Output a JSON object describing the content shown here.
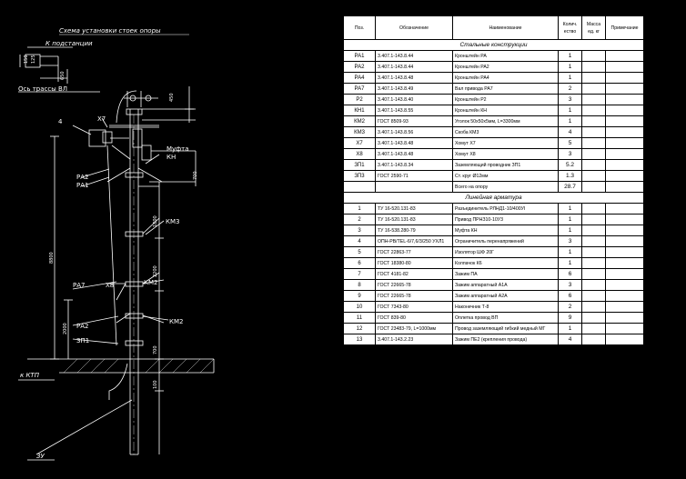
{
  "diagram": {
    "title": "Схема установки стоек опоры",
    "labels": {
      "substation": "К подстанции",
      "route_axis": "Ось трассы ВЛ",
      "item4": "4",
      "x7": "Х7",
      "ra2_top": "РА2",
      "ra1": "РА1",
      "coupling": "Муфта",
      "kn": "КН",
      "km3": "КМ3",
      "ra7": "РА7",
      "x8": "Х8",
      "km2": "КМ2",
      "km2_b": "КМ2",
      "ra2": "РА2",
      "zp1": "ЗП1",
      "ktp": "к КТП",
      "zu": "ЗУ"
    },
    "dims": {
      "d150": "150",
      "d125": "125",
      "d650": "650",
      "d450": "450",
      "d700": "700",
      "d1800": "1800",
      "d2200": "2200",
      "d8800": "8800",
      "d2000": "2000",
      "d700b": "700",
      "d100": "100"
    }
  },
  "table": {
    "headers": [
      "Поз.",
      "Обозначение",
      "Наименование",
      "Колич. ество",
      "Масса ед. кг",
      "Примечание"
    ],
    "section1": "Стальные конструкции",
    "rows1": [
      [
        "РА1",
        "3.407.1-143.8.44",
        "Кронштейн РА",
        "1",
        "",
        ""
      ],
      [
        "РА2",
        "3.407.1-143.8.44",
        "Кронштейн РА2",
        "1",
        "",
        ""
      ],
      [
        "РА4",
        "3.407.1-143.8.48",
        "Кронштейн РА4",
        "1",
        "",
        ""
      ],
      [
        "РА7",
        "3.407.1-143.8.49",
        "Вал привода РА7",
        "2",
        "",
        ""
      ],
      [
        "Р2",
        "3.407.1-143.8.40",
        "Кронштейн Р2",
        "3",
        "",
        ""
      ],
      [
        "КН1",
        "3.407.1-143.8.55",
        "Кронштейн КН",
        "1",
        "",
        ""
      ],
      [
        "КМ2",
        "ГОСТ 8509-93",
        "Уголок 50х50х5мм, L=3300мм",
        "1",
        "",
        ""
      ],
      [
        "КМ3",
        "3.407.1-143.8.56",
        "Скоба КМ3",
        "4",
        "",
        ""
      ],
      [
        "Х7",
        "3.407.1-143.8.48",
        "Хомут Х7",
        "5",
        "",
        ""
      ],
      [
        "Х8",
        "3.407.1-143.8.48",
        "Хомут Х8",
        "3",
        "",
        ""
      ],
      [
        "ЗП1",
        "3.407.1-143.8.34",
        "Заземляющий проводник ЗП1",
        "5.2",
        "",
        ""
      ],
      [
        "ЗП3",
        "ГОСТ 2590-71",
        "Ст. круг Ø12мм",
        "1.3",
        "",
        ""
      ],
      [
        "",
        "",
        "Всего на опору",
        "28.7",
        "",
        ""
      ]
    ],
    "section2": "Линейная арматура",
    "rows2": [
      [
        "1",
        "ТУ 16-520.131-83",
        "Разъединитель РЛНД1-10/400УI",
        "1",
        "",
        ""
      ],
      [
        "2",
        "ТУ 16-520.131-83",
        "Привод ПРНЗ10-10У3",
        "1",
        "",
        ""
      ],
      [
        "3",
        "ТУ 16-538.280-79",
        "Муфта КН",
        "1",
        "",
        ""
      ],
      [
        "4",
        "ОПН-РВ/TEL-6/7,6/3/250 УХЛ1",
        "Ограничитель перенапряжений",
        "3",
        "",
        ""
      ],
      [
        "5",
        "ГОСТ 22863-77",
        "Изолятор ШФ 20Г",
        "1",
        "",
        ""
      ],
      [
        "6",
        "ГОСТ 18380-80",
        "Колпачок К6",
        "1",
        "",
        ""
      ],
      [
        "7",
        "ГОСТ 4181-82",
        "Зажим ПА",
        "6",
        "",
        ""
      ],
      [
        "8",
        "ГОСТ 22665-78",
        "Зажим аппаратный А1А",
        "3",
        "",
        ""
      ],
      [
        "9",
        "ГОСТ 22665-78",
        "Зажим аппаратный А2А",
        "6",
        "",
        ""
      ],
      [
        "10",
        "ГОСТ 7343-80",
        "Наконечник Т-8",
        "2",
        "",
        ""
      ],
      [
        "11",
        "ГОСТ 839-80",
        "Оплетка провод ВП",
        "9",
        "",
        ""
      ],
      [
        "12",
        "ГОСТ 23483-79, L=1000мм",
        "Провод заземляющий гибкий медный МГ",
        "1",
        "",
        ""
      ],
      [
        "13",
        "3.407.1-143.2.23",
        "Зажим ПЕ2 (крепления провода)",
        "4",
        "",
        ""
      ]
    ]
  }
}
